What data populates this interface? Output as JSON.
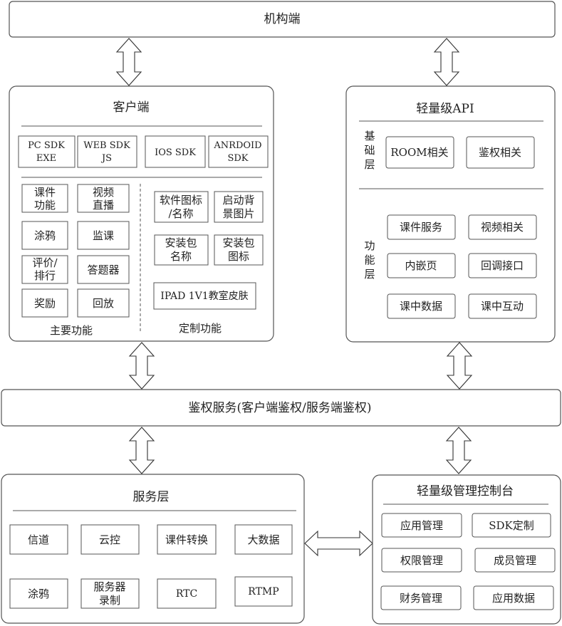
{
  "org": {
    "label": "机构端"
  },
  "client": {
    "title": "客户端",
    "sdks": [
      {
        "line1": "PC SDK",
        "line2": "EXE"
      },
      {
        "line1": "WEB SDK",
        "line2": "JS"
      },
      {
        "line1": "IOS SDK",
        "line2": ""
      },
      {
        "line1": "ANRDOID",
        "line2": "SDK"
      }
    ],
    "main": {
      "caption": "主要功能",
      "items": [
        {
          "line1": "课件",
          "line2": "功能"
        },
        {
          "line1": "视频",
          "line2": "直播"
        },
        {
          "line1": "涂鸦",
          "line2": ""
        },
        {
          "line1": "监课",
          "line2": ""
        },
        {
          "line1": "评价/",
          "line2": "排行"
        },
        {
          "line1": "答题器",
          "line2": ""
        },
        {
          "line1": "奖励",
          "line2": ""
        },
        {
          "line1": "回放",
          "line2": ""
        }
      ]
    },
    "custom": {
      "caption": "定制功能",
      "items": [
        {
          "line1": "软件图标",
          "line2": "/名称"
        },
        {
          "line1": "启动背",
          "line2": "景图片"
        },
        {
          "line1": "安装包",
          "line2": "名称"
        },
        {
          "line1": "安装包",
          "line2": "图标"
        },
        {
          "line1": "IPAD 1V1教室皮肤",
          "line2": ""
        }
      ]
    }
  },
  "api": {
    "title": "轻量级API",
    "base_layer": {
      "c1": "基",
      "c2": "础",
      "c3": "层"
    },
    "base_items": [
      "ROOM相关",
      "鉴权相关"
    ],
    "func_layer": {
      "c1": "功",
      "c2": "能",
      "c3": "层"
    },
    "func_items": [
      "课件服务",
      "视频相关",
      "内嵌页",
      "回调接口",
      "课中数据",
      "课中互动"
    ]
  },
  "auth": {
    "label": "鉴权服务(客户端鉴权/服务端鉴权)"
  },
  "service": {
    "title": "服务层",
    "items": [
      {
        "line1": "信道",
        "line2": ""
      },
      {
        "line1": "云控",
        "line2": ""
      },
      {
        "line1": "课件转换",
        "line2": ""
      },
      {
        "line1": "大数据",
        "line2": ""
      },
      {
        "line1": "涂鸦",
        "line2": ""
      },
      {
        "line1": "服务器",
        "line2": "录制"
      },
      {
        "line1": "RTC",
        "line2": ""
      },
      {
        "line1": "RTMP",
        "line2": ""
      }
    ]
  },
  "console": {
    "title": "轻量级管理控制台",
    "items": [
      "应用管理",
      "SDK定制",
      "权限管理",
      "成员管理",
      "财务管理",
      "应用数据"
    ]
  }
}
